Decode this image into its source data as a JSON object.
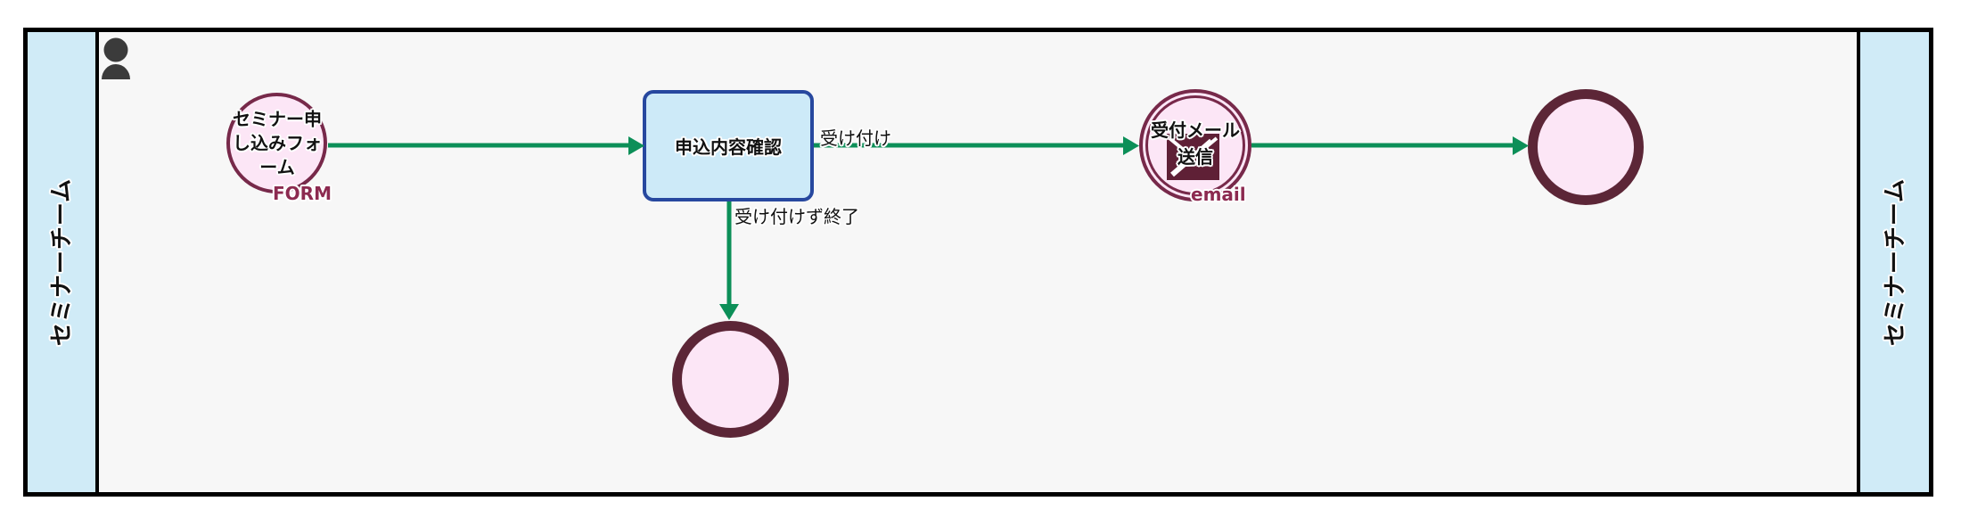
{
  "pool": {
    "left_lane_label": "セミナーチーム",
    "right_lane_label": "セミナーチーム"
  },
  "nodes": {
    "start_event": {
      "label_line1": "セミナー申",
      "label_line2": "し込みフォ",
      "label_line3": "ーム",
      "badge": "FORM",
      "icon": "form-icon"
    },
    "confirm_task": {
      "label": "申込内容確認"
    },
    "email_event": {
      "label_line1": "受付メール",
      "label_line2": "送信",
      "badge": "email",
      "icon": "envelope-icon"
    }
  },
  "edges": {
    "accept": {
      "label": "受け付け"
    },
    "reject": {
      "label": "受け付けず終了"
    }
  },
  "icons": {
    "lane_actor": "person-icon"
  },
  "colors": {
    "lane_fill": "#d0ebf7",
    "pool_fill": "#f7f7f7",
    "pool_border": "#000000",
    "event_fill": "#fce6f6",
    "event_stroke": "#77294a",
    "end_stroke": "#5c2637",
    "badge_text": "#8c2a50",
    "task_fill": "#cdeaf8",
    "task_stroke": "#27489f",
    "flow_green": "#0c8f58",
    "actor_gray": "#3b3b3b",
    "label_text": "#111111"
  }
}
